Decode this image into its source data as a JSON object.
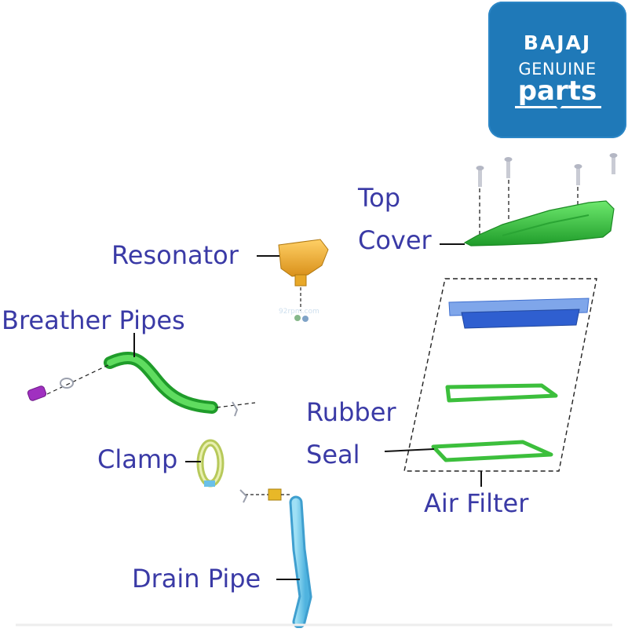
{
  "logo": {
    "brand": "BAJAJ",
    "line1": "GENUINE",
    "line2": "parts"
  },
  "watermark": "92rpm.com",
  "labels": {
    "top_cover_1": "Top",
    "top_cover_2": "Cover",
    "resonator": "Resonator",
    "breather_pipes": "Breather Pipes",
    "rubber_seal_1": "Rubber",
    "rubber_seal_2": "Seal",
    "clamp": "Clamp",
    "air_filter": "Air Filter",
    "drain_pipe": "Drain Pipe"
  },
  "colors": {
    "label_text": "#3a3aa6",
    "logo_bg": "#1f79b8",
    "green_part": "#3cc43c",
    "blue_part": "#2f5fd0",
    "orange_part": "#f0b030",
    "cyan_part": "#6ec8ea",
    "purple_part": "#a030c0"
  }
}
